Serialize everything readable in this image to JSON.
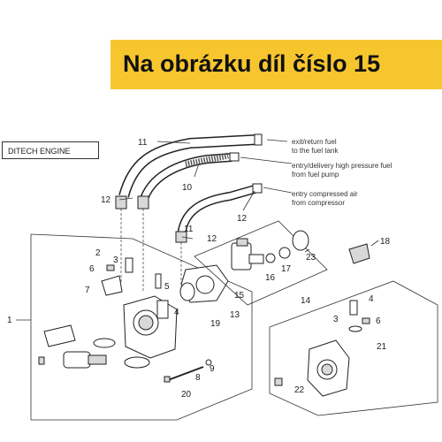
{
  "banner": {
    "text": "Na obrázku díl číslo 15",
    "color": "#f7c62f"
  },
  "engine_label": "DITECH ENGINE",
  "notes": {
    "exit_return_1": "exit/return fuel",
    "exit_return_2": "to the fuel tank",
    "entry_fuel_1": "entry/delivery high pressure fuel",
    "entry_fuel_2": "from fuel pump",
    "entry_air_1": "entry compressed air",
    "entry_air_2": "from compressor"
  },
  "callouts": {
    "c1": "1",
    "c2": "2",
    "c3a": "3",
    "c3b": "3",
    "c4a": "4",
    "c4b": "4",
    "c5": "5",
    "c6a": "6",
    "c6b": "6",
    "c7": "7",
    "c8": "8",
    "c9": "9",
    "c10": "10",
    "c11a": "11",
    "c11b": "11",
    "c12a": "12",
    "c12b": "12",
    "c12c": "12",
    "c13": "13",
    "c14": "14",
    "c15": "15",
    "c16": "16",
    "c17": "17",
    "c18": "18",
    "c19": "19",
    "c20": "20",
    "c21": "21",
    "c22": "22",
    "c23": "23"
  }
}
